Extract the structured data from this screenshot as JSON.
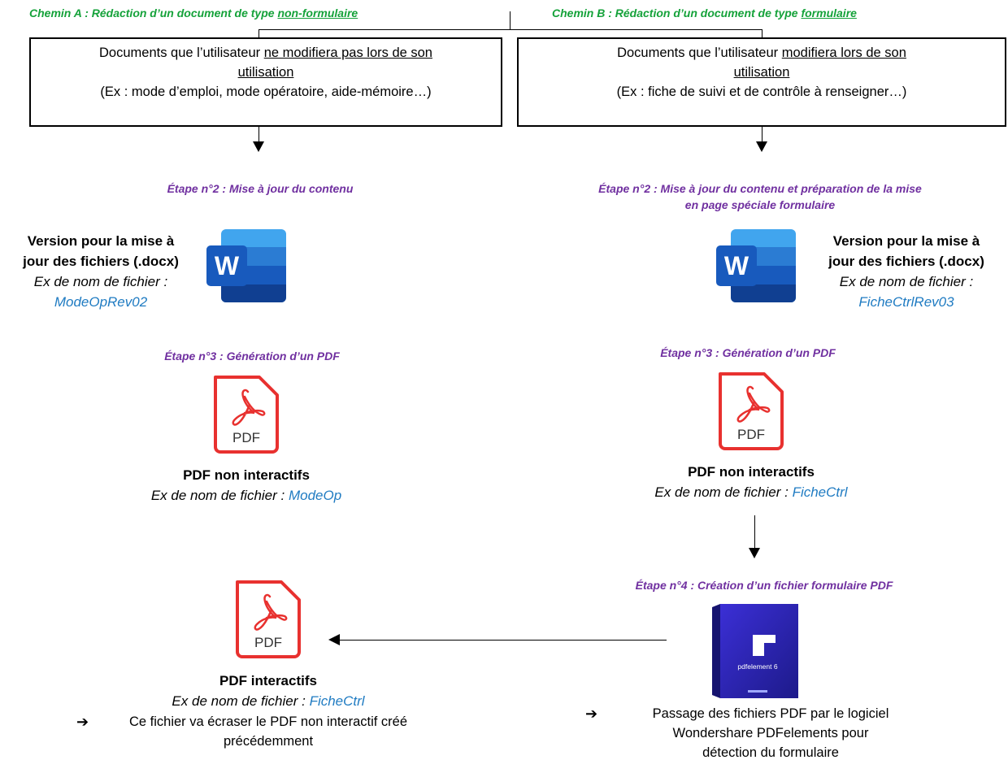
{
  "path_a": {
    "prefix": "Chemin A : Rédaction d’un document de type ",
    "emph": "non-formulaire",
    "box_line1_pre": "Documents que l’utilisateur ",
    "box_line1_under": "ne modifiera pas lors de son",
    "box_line2_under": "utilisation",
    "box_line3": "(Ex : mode d’emploi, mode opératoire, aide-mémoire…)",
    "step2": "Étape n°2 : Mise à jour du contenu",
    "docx_title_1": "Version pour la mise à",
    "docx_title_2": "jour des fichiers (.docx)",
    "docx_example_label": "Ex de nom de fichier :",
    "docx_example_value": "ModeOpRev02",
    "step3": "Étape n°3 : Génération d’un PDF",
    "pdf_title": "PDF non interactifs",
    "pdf_example_label": "Ex de nom de fichier : ",
    "pdf_example_value": "ModeOp"
  },
  "path_b": {
    "prefix": "Chemin B : Rédaction d’un document de type ",
    "emph": "formulaire",
    "box_line1_pre": "Documents que l’utilisateur ",
    "box_line1_under": "modifiera lors de son",
    "box_line2_under": "utilisation",
    "box_line3": "(Ex : fiche de suivi et de contrôle à renseigner…)",
    "step2_line1": "Étape n°2 : Mise à jour du contenu et préparation de la mise",
    "step2_line2": "en page spéciale formulaire",
    "docx_title_1": "Version pour la mise à",
    "docx_title_2": "jour des fichiers (.docx)",
    "docx_example_label": "Ex de nom de fichier :",
    "docx_example_value": "FicheCtrlRev03",
    "step3": "Étape n°3 : Génération d’un PDF",
    "pdf_title": "PDF non interactifs",
    "pdf_example_label": "Ex de nom de fichier : ",
    "pdf_example_value": "FicheCtrl",
    "step4": "Étape n°4 : Création d’un fichier formulaire PDF",
    "software_box_text": "pdfelement 6",
    "software_note_1": "Passage des fichiers PDF par le logiciel",
    "software_note_2": "Wondershare PDFelements pour",
    "software_note_3": "détection du formulaire"
  },
  "interactive": {
    "pdf_title": "PDF interactifs",
    "example_label": "Ex de nom de fichier : ",
    "example_value": "FicheCtrl",
    "note_1": "Ce fichier va écraser le PDF non interactif créé",
    "note_2": "précédemment"
  },
  "icons": {
    "word_letter": "W",
    "pdf_text": "PDF",
    "arrow_glyph": "➔"
  },
  "colors": {
    "path_title": "#15a23a",
    "step_title": "#7030a0",
    "filename": "#1f7bc2",
    "pdf_red": "#e8312f",
    "word_blue": "#185abd"
  }
}
